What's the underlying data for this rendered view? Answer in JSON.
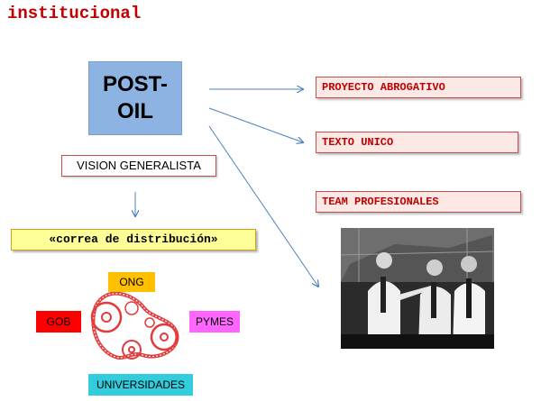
{
  "title": "institucional",
  "center_box": {
    "line1": "POST-",
    "line2": "OIL"
  },
  "vision_label": "VISION GENERALISTA",
  "targets": {
    "proyecto": "PROYECTO ABROGATIVO",
    "texto": "TEXTO UNICO",
    "team": "TEAM PROFESIONALES"
  },
  "correa_label": "«correa de distribución»",
  "stakeholders": {
    "ong": "ONG",
    "gob": "GOB",
    "pymes": "PYMES",
    "universidades": "UNIVERSIDADES"
  },
  "colors": {
    "title": "#c00000",
    "center_box": "#8db3e2",
    "target_border": "#c0504d",
    "target_fill": "#fce9e6",
    "correa_fill": "#ffff99",
    "ong": "#ffc000",
    "gob": "#ff0000",
    "pymes": "#ff66ff",
    "universidades": "#33ccdd",
    "arrow": "#4f81bd"
  },
  "images": {
    "belt": "timing-belt-drawing",
    "photo": "men-in-white-shirts-photo"
  }
}
